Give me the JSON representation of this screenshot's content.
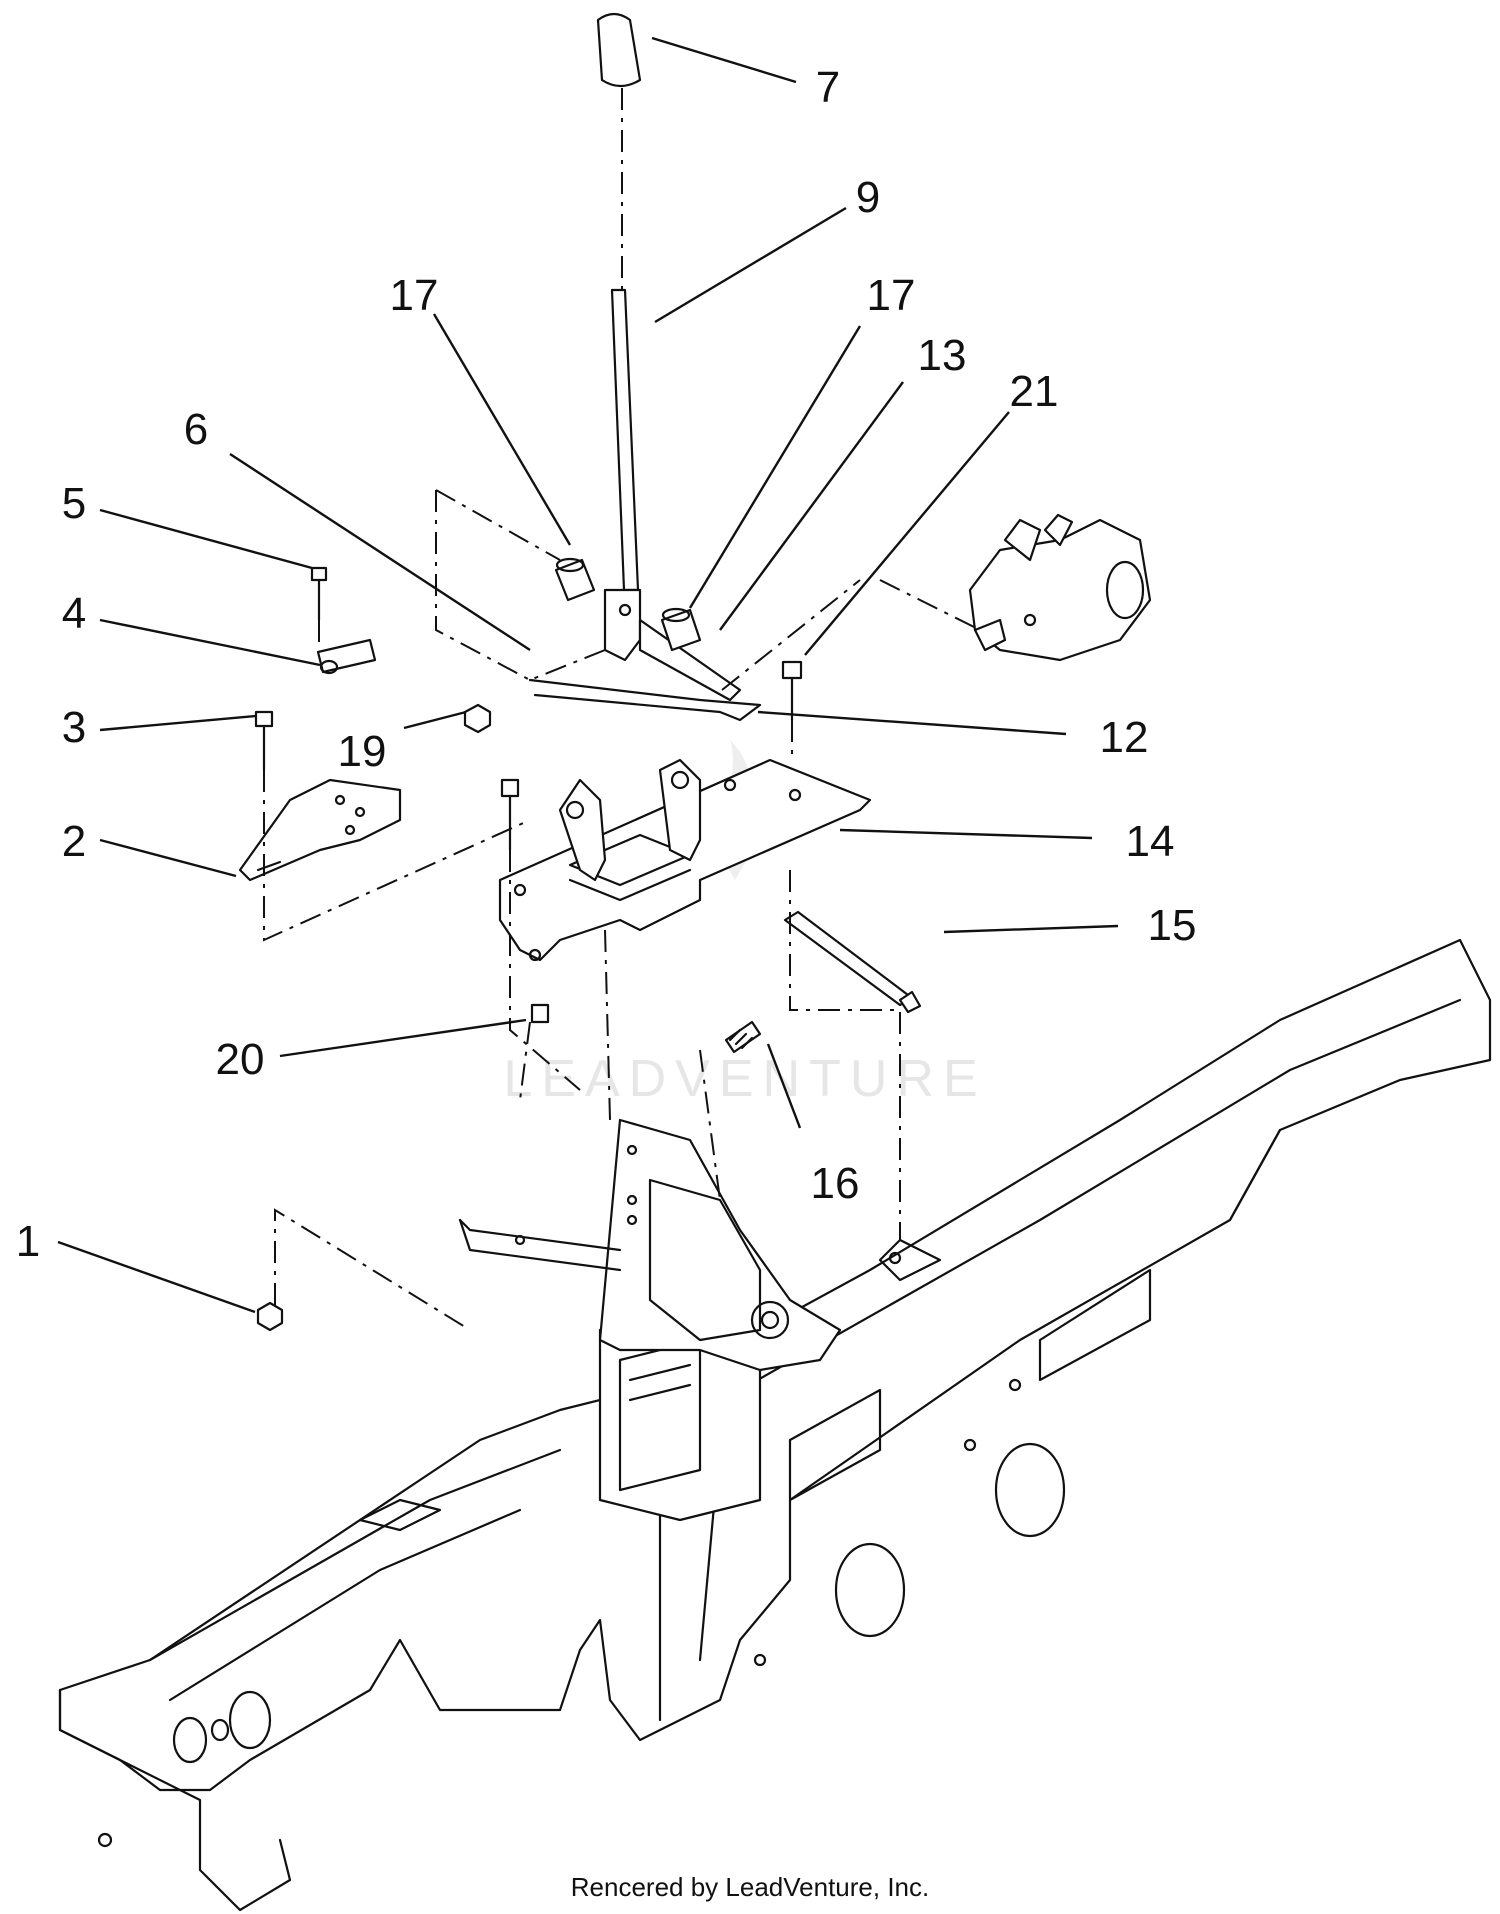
{
  "watermark": "LEADVENTURE",
  "footer": "Rencered by LeadVenture, Inc.",
  "callouts": [
    {
      "id": "7",
      "text": "7"
    },
    {
      "id": "9",
      "text": "9"
    },
    {
      "id": "17a",
      "text": "17"
    },
    {
      "id": "17b",
      "text": "17"
    },
    {
      "id": "13",
      "text": "13"
    },
    {
      "id": "21",
      "text": "21"
    },
    {
      "id": "6",
      "text": "6"
    },
    {
      "id": "5",
      "text": "5"
    },
    {
      "id": "4",
      "text": "4"
    },
    {
      "id": "3",
      "text": "3"
    },
    {
      "id": "19",
      "text": "19"
    },
    {
      "id": "12",
      "text": "12"
    },
    {
      "id": "2",
      "text": "2"
    },
    {
      "id": "14",
      "text": "14"
    },
    {
      "id": "15",
      "text": "15"
    },
    {
      "id": "20",
      "text": "20"
    },
    {
      "id": "16",
      "text": "16"
    },
    {
      "id": "1",
      "text": "1"
    }
  ]
}
